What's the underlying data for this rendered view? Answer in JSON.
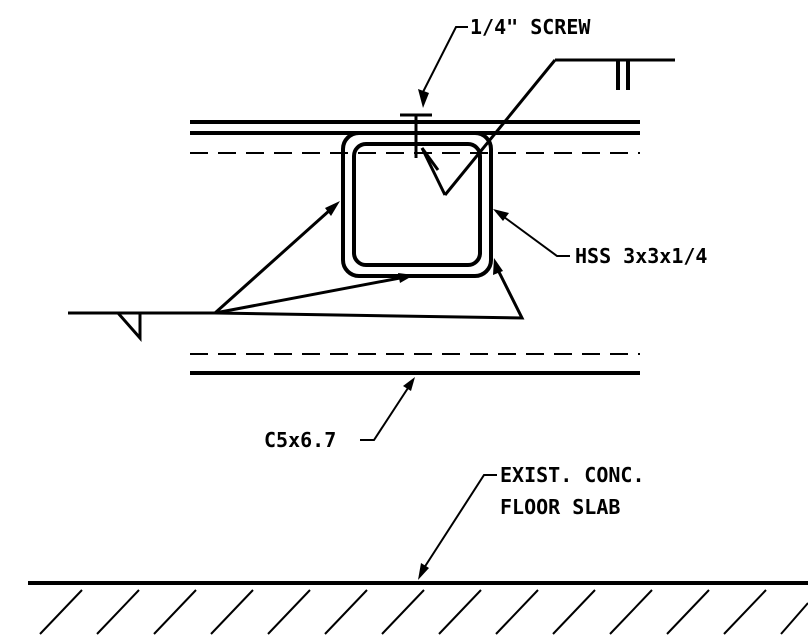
{
  "labels": {
    "screw": "1/4\" SCREW",
    "hss": "HSS 3x3x1/4",
    "channel": "C5x6.7",
    "slab_line1": "EXIST. CONC.",
    "slab_line2": "FLOOR SLAB"
  },
  "colors": {
    "line": "#000000",
    "background": "#ffffff"
  }
}
